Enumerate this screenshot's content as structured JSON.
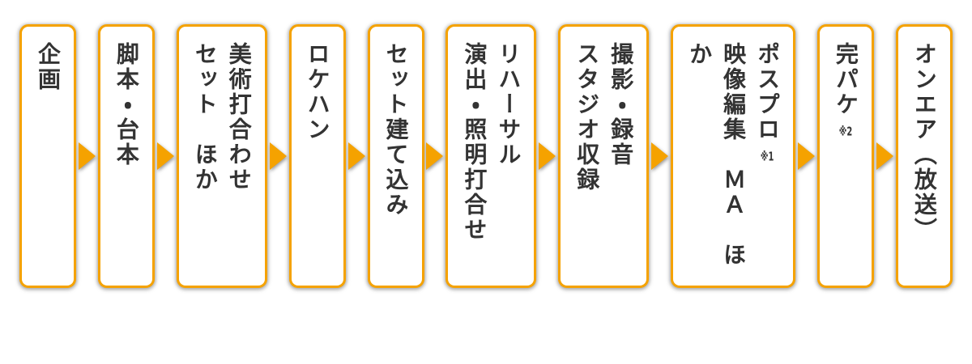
{
  "diagram": {
    "description": "tv-program-production-flow",
    "colors": {
      "border": "#f5a200",
      "arrow": "#f5a200",
      "text": "#333333",
      "background": "#ffffff",
      "shadow": "#999999"
    },
    "arrow_icon": "right-triangle",
    "steps": [
      {
        "lines": [
          {
            "text": "企画"
          }
        ]
      },
      {
        "lines": [
          {
            "text": "脚本・台本"
          }
        ]
      },
      {
        "lines": [
          {
            "text": "美術打合わせ"
          },
          {
            "text": "セット　ほか"
          }
        ]
      },
      {
        "lines": [
          {
            "text": "ロケハン"
          }
        ]
      },
      {
        "lines": [
          {
            "text": "セット建て込み"
          }
        ]
      },
      {
        "lines": [
          {
            "text": "リハーサル"
          },
          {
            "text": "演出・照明打合せ"
          }
        ]
      },
      {
        "lines": [
          {
            "text": "撮影・録音"
          },
          {
            "text": "スタジオ収録"
          }
        ]
      },
      {
        "lines": [
          {
            "text": "ポスプロ",
            "note": "※1"
          },
          {
            "text": "映像編集　ＭＡ　ほか"
          }
        ]
      },
      {
        "lines": [
          {
            "text": "完パケ",
            "note": "※2"
          }
        ]
      },
      {
        "lines": [
          {
            "text": "オンエア（放送）"
          }
        ]
      }
    ]
  }
}
